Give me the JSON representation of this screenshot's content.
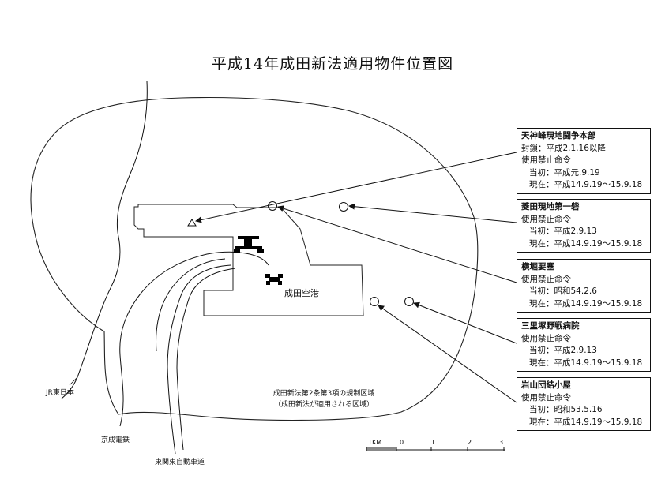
{
  "title": "平成14年成田新法適用物件位置図",
  "airport_label": "成田空港",
  "region_label": {
    "line1": "成田新法第2条第3項の規制区域",
    "line2": "（成田新法が適用される区域）"
  },
  "route_labels": {
    "jr": "JR東日本",
    "keisei": "京成電鉄",
    "expressway": "東関東自動車道"
  },
  "scale": {
    "unit": "1KM",
    "ticks": [
      "0",
      "1",
      "2",
      "3"
    ]
  },
  "properties": [
    {
      "name": "天神峰現地闘争本部",
      "lines": [
        "封鎖：平成2.1.16以降",
        "使用禁止命令"
      ],
      "sub": [
        "当初：平成元.9.19",
        "現在：平成14.9.19～15.9.18"
      ]
    },
    {
      "name": "菱田現地第一砦",
      "lines": [
        "使用禁止命令"
      ],
      "sub": [
        "当初：平成2.9.13",
        "現在：平成14.9.19～15.9.18"
      ]
    },
    {
      "name": "横堀要塞",
      "lines": [
        "使用禁止命令"
      ],
      "sub": [
        "当初：昭和54.2.6",
        "現在：平成14.9.19～15.9.18"
      ]
    },
    {
      "name": "三里塚野戦病院",
      "lines": [
        "使用禁止命令"
      ],
      "sub": [
        "当初：平成2.9.13",
        "現在：平成14.9.19～15.9.18"
      ]
    },
    {
      "name": "岩山団結小屋",
      "lines": [
        "使用禁止命令"
      ],
      "sub": [
        "当初：昭和53.5.16",
        "現在：平成14.9.19～15.9.18"
      ]
    }
  ]
}
